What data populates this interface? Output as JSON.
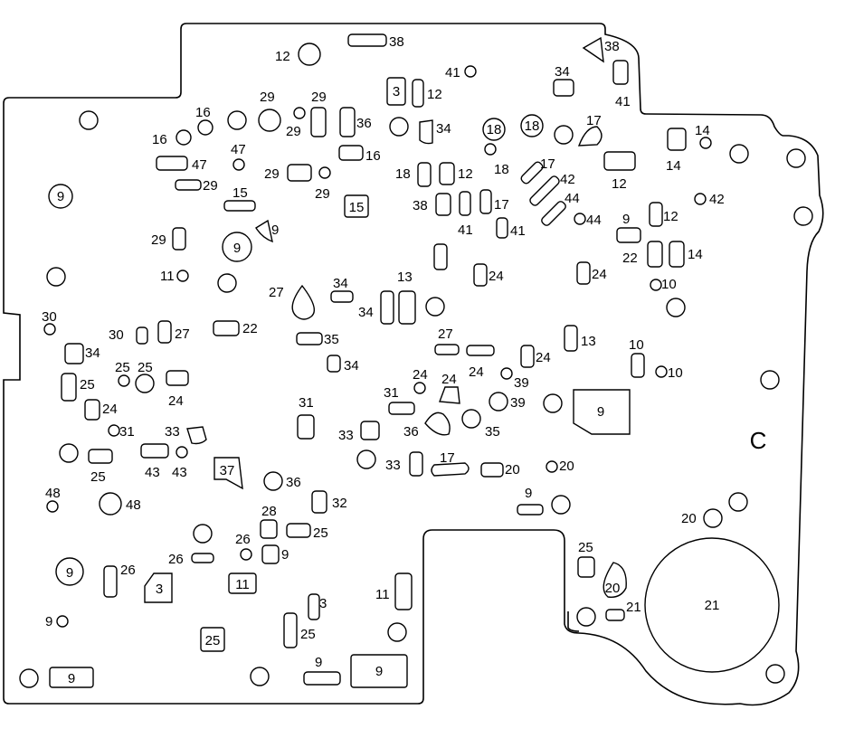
{
  "corner_letter": "C",
  "hole_labels": {
    "h1": "12",
    "h2": "38",
    "h3": "38",
    "h4": "41",
    "h5": "34",
    "h6": "41",
    "h7": "3",
    "h8": "12",
    "h9": "29",
    "h10": "29",
    "h11": "29",
    "h12": "36",
    "h13": "34",
    "h14": "16",
    "h15": "16",
    "h16": "16",
    "h17": "47",
    "h18": "47",
    "h19": "29",
    "h20": "29",
    "h21": "29",
    "h22": "18",
    "h23": "18",
    "h24": "18",
    "h25": "12",
    "h26": "17",
    "h27": "17",
    "h28": "42",
    "h29": "44",
    "h30": "44",
    "h31": "14",
    "h32": "14",
    "h33": "12",
    "h34": "42",
    "h35": "12",
    "h36": "9",
    "h37": "15",
    "h38": "15",
    "h39": "9",
    "h40": "9",
    "h41": "29",
    "h42": "38",
    "h43": "41",
    "h44": "17",
    "h45": "41",
    "h46": "22",
    "h47": "14",
    "h48": "18",
    "h49": "24",
    "h50": "24",
    "h51": "10",
    "h52": "11",
    "h53": "27",
    "h54": "34",
    "h55": "34",
    "h56": "13",
    "h57": "30",
    "h58": "30",
    "h59": "27",
    "h60": "22",
    "h61": "35",
    "h62": "34",
    "h63": "34",
    "h64": "27",
    "h65": "24",
    "h66": "24",
    "h67": "13",
    "h68": "10",
    "h69": "10",
    "h70": "25",
    "h71": "25",
    "h72": "24",
    "h73": "25",
    "h74": "24",
    "h75": "24",
    "h76": "31",
    "h77": "31",
    "h78": "39",
    "h79": "39",
    "h80": "36",
    "h81": "35",
    "h82": "9",
    "h83": "31",
    "h84": "33",
    "h85": "33",
    "h86": "43",
    "h87": "43",
    "h88": "25",
    "h89": "33",
    "h90": "17",
    "h91": "20",
    "h92": "20",
    "h93": "37",
    "h94": "36",
    "h95": "48",
    "h96": "48",
    "h97": "32",
    "h98": "28",
    "h99": "25",
    "h100": "9",
    "h101": "20",
    "h102": "26",
    "h103": "26",
    "h104": "9",
    "h105": "26",
    "h106": "3",
    "h107": "11",
    "h108": "11",
    "h109": "3",
    "h110": "25",
    "h111": "25",
    "h112": "25",
    "h113": "20",
    "h114": "21",
    "h115": "9",
    "h116": "9",
    "h117": "9",
    "h118": "9",
    "h119": "21"
  }
}
